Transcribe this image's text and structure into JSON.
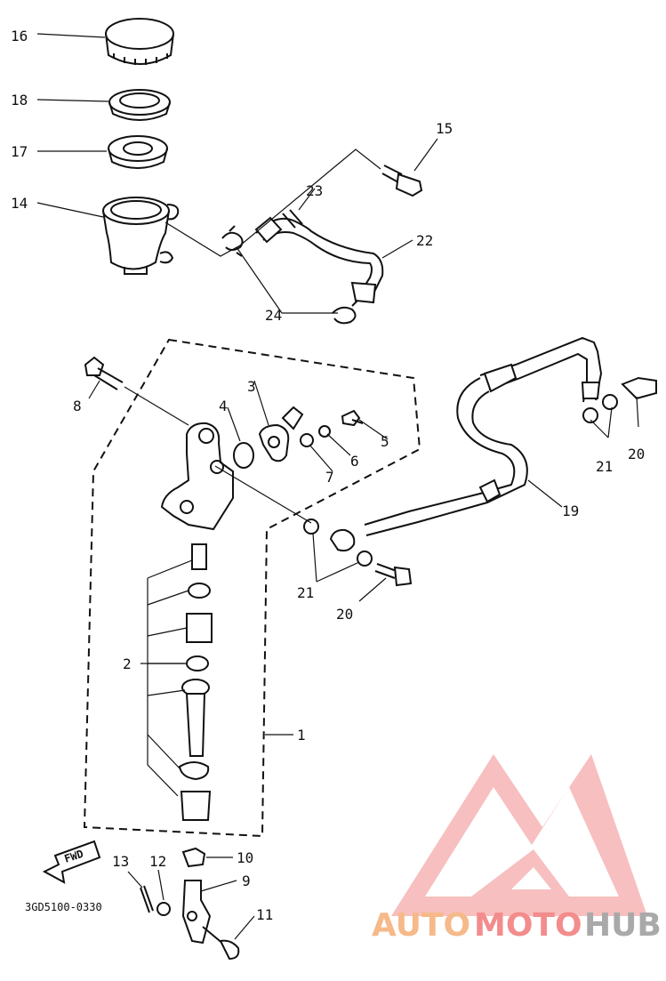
{
  "diagram": {
    "code": "3GD5100-0330",
    "fwd": "FWD",
    "labels": {
      "l16": "16",
      "l18": "18",
      "l17": "17",
      "l14": "14",
      "l15": "15",
      "l23": "23",
      "l22": "22",
      "l24": "24",
      "l8": "8",
      "l3": "3",
      "l4": "4",
      "l5": "5",
      "l6": "6",
      "l7": "7",
      "l21a": "21",
      "l20a": "20",
      "l19": "19",
      "l21b": "21",
      "l20b": "20",
      "l1": "1",
      "l2": "2",
      "l10": "10",
      "l13": "13",
      "l12": "12",
      "l9": "9",
      "l11": "11"
    }
  },
  "watermark": {
    "auto": "AUTO",
    "moto": "MOTO",
    "hub": "HUB"
  }
}
